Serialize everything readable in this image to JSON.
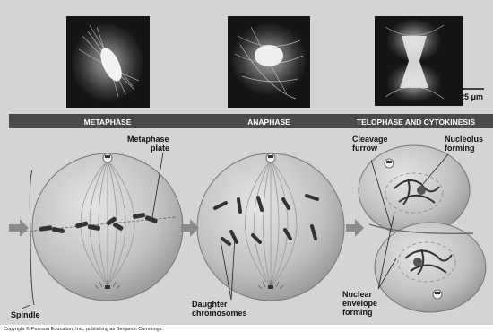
{
  "phases": {
    "metaphase": "METAPHASE",
    "anaphase": "ANAPHASE",
    "telophase": "TELOPHASE AND CYTOKINESIS"
  },
  "scale_bar": "25 μm",
  "labels": {
    "metaphase_plate_line1": "Metaphase",
    "metaphase_plate_line2": "plate",
    "cleavage_line1": "Cleavage",
    "cleavage_line2": "furrow",
    "nucleolus_line1": "Nucleolus",
    "nucleolus_line2": "forming",
    "spindle": "Spindle",
    "daughter_line1": "Daughter",
    "daughter_line2": "chromosomes",
    "nuclear_line1": "Nuclear",
    "nuclear_line2": "envelope",
    "nuclear_line3": "forming"
  },
  "copyright": "Copyright © Pearson Education, Inc., publishing as Benjamin Cummings.",
  "colors": {
    "panel_bg": "#d4d4d4",
    "band": "#4a4a4a",
    "cell_fill": "#b5b5b5",
    "chromosome": "#333333",
    "arrow": "#8a8a8a"
  }
}
